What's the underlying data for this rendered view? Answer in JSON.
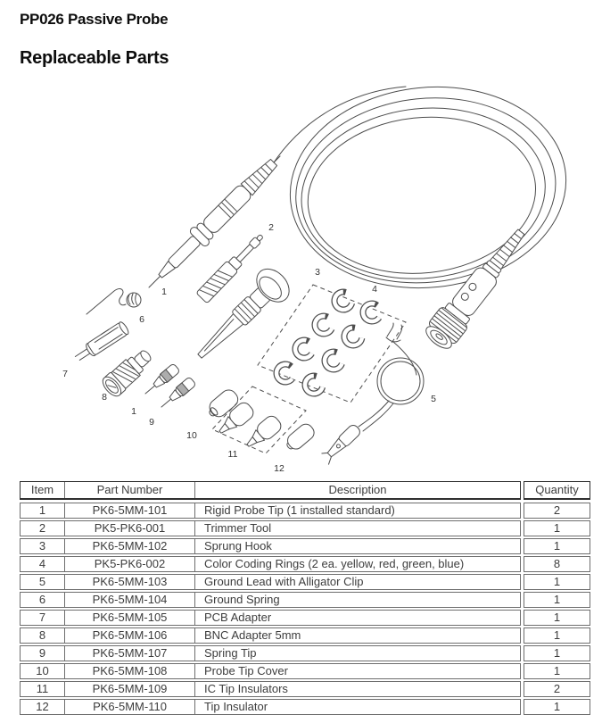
{
  "page": {
    "title": "PP026 Passive Probe",
    "subtitle": "Replaceable Parts"
  },
  "diagram": {
    "callouts": [
      {
        "label": "1"
      },
      {
        "label": "2"
      },
      {
        "label": "3"
      },
      {
        "label": "4"
      },
      {
        "label": "5"
      },
      {
        "label": "6"
      },
      {
        "label": "7"
      },
      {
        "label": "8"
      },
      {
        "label": "1"
      },
      {
        "label": "9"
      },
      {
        "label": "10"
      },
      {
        "label": "11"
      },
      {
        "label": "12"
      }
    ]
  },
  "table": {
    "headers": {
      "item": "Item",
      "part": "Part Number",
      "description": "Description",
      "qty": "Quantity"
    },
    "rows": [
      {
        "item": "1",
        "part": "PK6-5MM-101",
        "description": "Rigid Probe Tip (1 installed standard)",
        "qty": "2"
      },
      {
        "item": "2",
        "part": "PK5-PK6-001",
        "description": "Trimmer Tool",
        "qty": "1"
      },
      {
        "item": "3",
        "part": "PK6-5MM-102",
        "description": "Sprung Hook",
        "qty": "1"
      },
      {
        "item": "4",
        "part": "PK5-PK6-002",
        "description": "Color Coding Rings (2 ea. yellow, red, green, blue)",
        "qty": "8"
      },
      {
        "item": "5",
        "part": "PK6-5MM-103",
        "description": "Ground Lead with Alligator Clip",
        "qty": "1"
      },
      {
        "item": "6",
        "part": "PK6-5MM-104",
        "description": "Ground Spring",
        "qty": "1"
      },
      {
        "item": "7",
        "part": "PK6-5MM-105",
        "description": "PCB Adapter",
        "qty": "1"
      },
      {
        "item": "8",
        "part": "PK6-5MM-106",
        "description": "BNC Adapter 5mm",
        "qty": "1"
      },
      {
        "item": "9",
        "part": "PK6-5MM-107",
        "description": "Spring Tip",
        "qty": "1"
      },
      {
        "item": "10",
        "part": "PK6-5MM-108",
        "description": "Probe Tip Cover",
        "qty": "1"
      },
      {
        "item": "11",
        "part": "PK6-5MM-109",
        "description": "IC Tip Insulators",
        "qty": "2"
      },
      {
        "item": "12",
        "part": "PK6-5MM-110",
        "description": "Tip Insulator",
        "qty": "1"
      }
    ]
  }
}
